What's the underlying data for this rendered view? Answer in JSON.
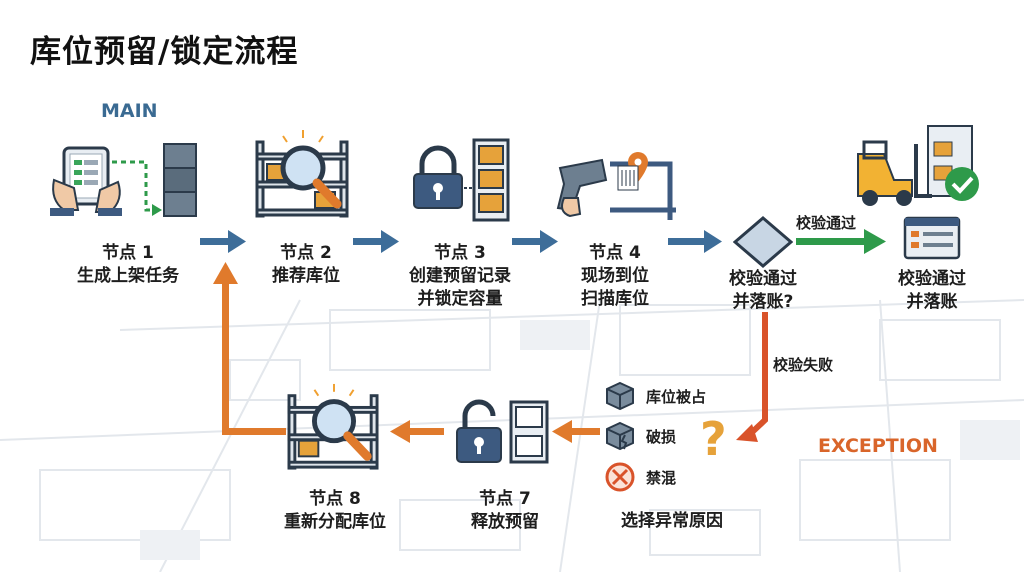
{
  "title": "库位预留/锁定流程",
  "lanes": {
    "main": "MAIN",
    "exception": "EXCEPTION"
  },
  "nodes": [
    {
      "id": "n1",
      "line1": "节点 1",
      "line2": "生成上架任务"
    },
    {
      "id": "n2",
      "line1": "节点 2",
      "line2": "推荐库位"
    },
    {
      "id": "n3",
      "line1": "节点 3",
      "line2": "创建预留记录",
      "line3": "并锁定容量"
    },
    {
      "id": "n4",
      "line1": "节点 4",
      "line2": "现场到位",
      "line3": "扫描库位"
    },
    {
      "id": "decision",
      "line1": "校验通过",
      "line2": "并落账?"
    },
    {
      "id": "done",
      "line1": "校验通过",
      "line2": "并落账"
    },
    {
      "id": "n7",
      "line1": "节点 7",
      "line2": "释放预留"
    },
    {
      "id": "n8",
      "line1": "节点 8",
      "line2": "重新分配库位"
    }
  ],
  "edges": {
    "pass": "校验通过",
    "fail": "校验失败"
  },
  "exception_reasons": {
    "items": [
      "库位被占",
      "破损",
      "禁混"
    ],
    "caption": "选择异常原因"
  },
  "colors": {
    "blue_arrow": "#3d6d99",
    "green_arrow": "#2e9a4a",
    "orange_arrow": "#e07a2c",
    "red_arrow": "#d9532a",
    "accent_orange": "#e6a23a"
  },
  "icons": [
    "tablet-task-icon",
    "magnifier-rack-icon",
    "padlock-shelf-icon",
    "barcode-scanner-icon",
    "decision-diamond-icon",
    "forklift-check-icon",
    "record-sheet-icon",
    "question-icon",
    "box-occupied-icon",
    "box-damaged-icon",
    "forbidden-icon",
    "open-padlock-icon",
    "magnifier-rack-search-icon"
  ]
}
